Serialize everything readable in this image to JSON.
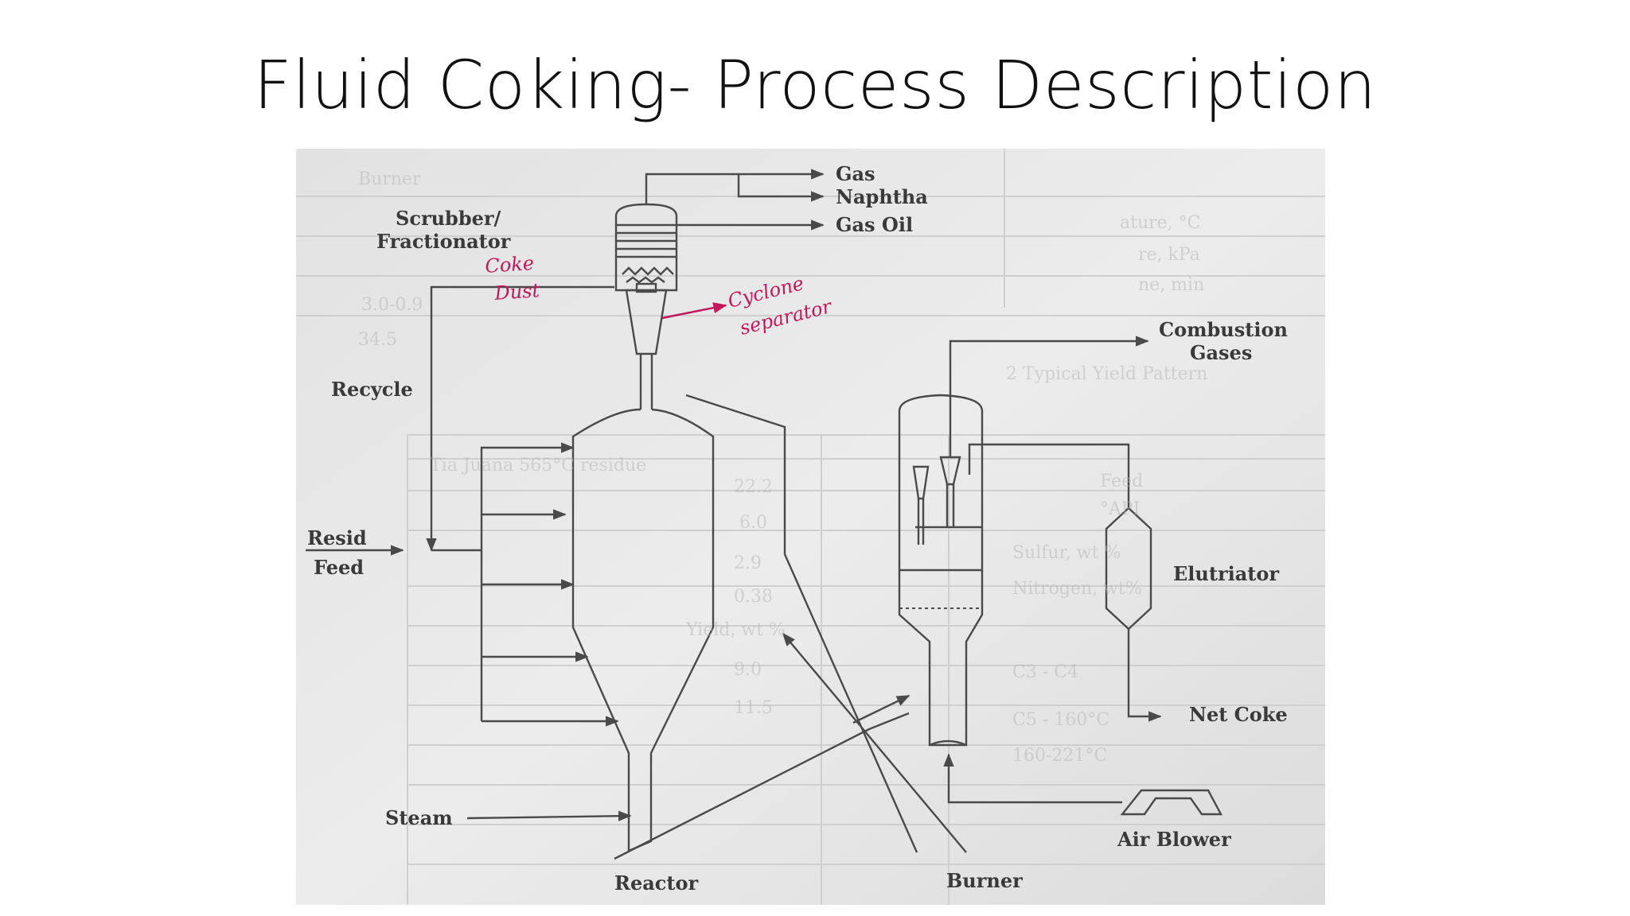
{
  "slide": {
    "title": "Fluid Coking- Process Description"
  },
  "diagram": {
    "labels": {
      "gas": "Gas",
      "naphtha": "Naphtha",
      "gas_oil": "Gas Oil",
      "scrubber_1": "Scrubber/",
      "scrubber_2": "Fractionator",
      "recycle": "Recycle",
      "resid": "Resid",
      "feed": "Feed",
      "steam": "Steam",
      "reactor": "Reactor",
      "burner": "Burner",
      "combustion_1": "Combustion",
      "combustion_2": "Gases",
      "elutriator": "Elutriator",
      "net_coke": "Net Coke",
      "air_blower": "Air Blower"
    },
    "handwritten": {
      "coke": "Coke",
      "dust": "Dust",
      "cyclone": "Cyclone",
      "separator": "separator"
    }
  }
}
